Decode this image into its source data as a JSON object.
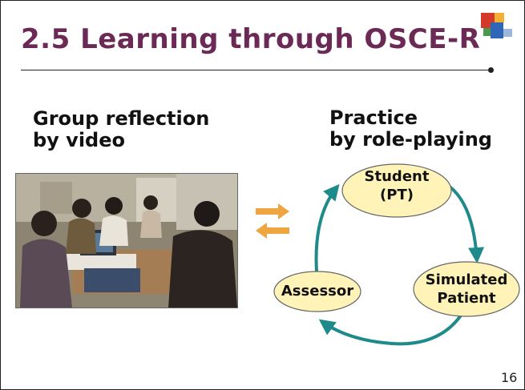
{
  "slide": {
    "title": "2.5 Learning through OSCE-R",
    "page_number": "16",
    "accent_color": "#6b2a55"
  },
  "left_section": {
    "heading_line1": "Group reflection",
    "heading_line2": "by video",
    "photo": "classroom group discussion with laptop"
  },
  "exchange_arrows": {
    "icon": "bidirectional-arrows-icon",
    "color": "#f0a640"
  },
  "right_section": {
    "heading_line1": "Practice",
    "heading_line2": "by role-playing"
  },
  "cycle": {
    "node_fill": "#fff3b8",
    "arrow_color": "#1f8a8a",
    "nodes": [
      {
        "line1": "Student",
        "line2": "(PT)"
      },
      {
        "line1": "Simulated",
        "line2": "Patient"
      },
      {
        "line1": "Assessor",
        "line2": ""
      }
    ]
  }
}
